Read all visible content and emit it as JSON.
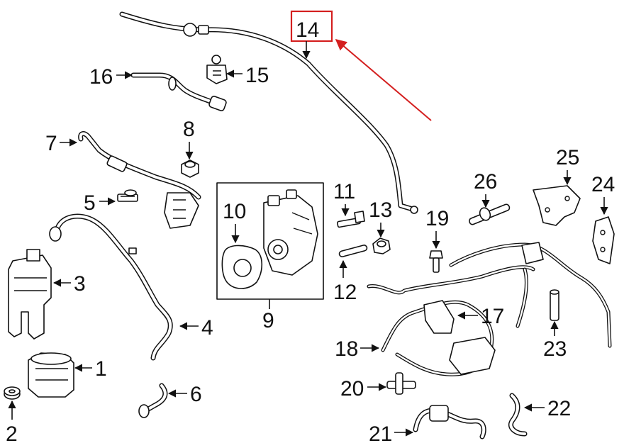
{
  "diagram": {
    "callouts": [
      "1",
      "2",
      "3",
      "4",
      "5",
      "6",
      "7",
      "8",
      "9",
      "10",
      "11",
      "12",
      "13",
      "14",
      "15",
      "16",
      "17",
      "18",
      "19",
      "20",
      "21",
      "22",
      "23",
      "24",
      "25",
      "26"
    ],
    "highlighted_callout": "14",
    "highlight_color": "#d41f1f",
    "line_color": "#111111",
    "background": "#ffffff"
  }
}
